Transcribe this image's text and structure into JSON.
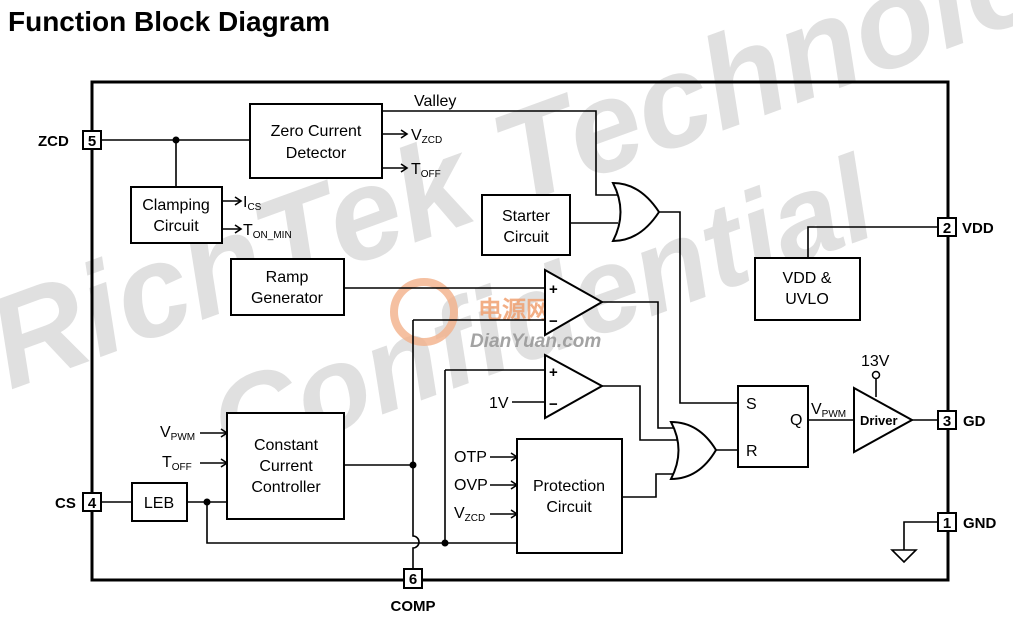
{
  "title": "Function Block Diagram",
  "watermark": {
    "lines": [
      "RichTek Technology",
      "Confidential"
    ],
    "logo_text": "电源网",
    "logo_url_text": "DianYuan.com"
  },
  "pins": {
    "zcd": {
      "name": "ZCD",
      "num": "5"
    },
    "cs": {
      "name": "CS",
      "num": "4"
    },
    "comp": {
      "name": "COMP",
      "num": "6"
    },
    "vdd": {
      "name": "VDD",
      "num": "2"
    },
    "gd": {
      "name": "GD",
      "num": "3"
    },
    "gnd": {
      "name": "GND",
      "num": "1"
    }
  },
  "blocks": {
    "zero_current_detector": [
      "Zero Current",
      "Detector"
    ],
    "clamping_circuit": [
      "Clamping",
      "Circuit"
    ],
    "starter_circuit": [
      "Starter",
      "Circuit"
    ],
    "ramp_generator": [
      "Ramp",
      "Generator"
    ],
    "constant_current_controller": [
      "Constant",
      "Current",
      "Controller"
    ],
    "leb": "LEB",
    "protection_circuit": [
      "Protection",
      "Circuit"
    ],
    "vdd_uvlo": [
      "VDD &",
      "UVLO"
    ],
    "driver": "Driver"
  },
  "signals": {
    "valley": "Valley",
    "vzcd_main": "V",
    "vzcd_sub": "ZCD",
    "toff_main": "T",
    "toff_sub": "OFF",
    "ics_main": "I",
    "ics_sub": "CS",
    "ton_main": "T",
    "ton_sub": "ON_MIN",
    "vpwm_main": "V",
    "vpwm_sub": "PWM",
    "v13": "13V",
    "v1": "1V",
    "otp": "OTP",
    "ovp": "OVP",
    "s": "S",
    "r": "R",
    "q": "Q",
    "plus": "+",
    "minus": "−"
  }
}
